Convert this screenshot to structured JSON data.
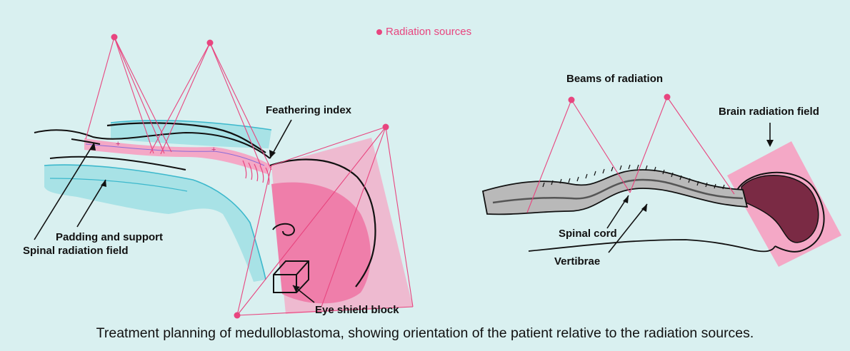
{
  "legend": {
    "label": "Radiation sources"
  },
  "left_diagram": {
    "feathering_index": "Feathering index",
    "padding_and_support": "Padding and support",
    "spinal_radiation_field": "Spinal radiation field",
    "eye_shield_block": "Eye shield block"
  },
  "right_diagram": {
    "beams_of_radiation": "Beams of radiation",
    "brain_radiation_field": "Brain radiation field",
    "spinal_cord": "Spinal cord",
    "vertibrae": "Vertibrae"
  },
  "caption": "Treatment planning of medulloblastoma, showing orientation of the patient relative to the radiation sources.",
  "colors": {
    "background": "#d9f0f0",
    "source": "#e8457f",
    "field_fill": "#f4a8c6",
    "padding_fill": "#a8e2e6",
    "padding_line": "#3cb8cc",
    "spine_fill": "#b9b9b9",
    "brain_fill": "#7a2a44"
  }
}
